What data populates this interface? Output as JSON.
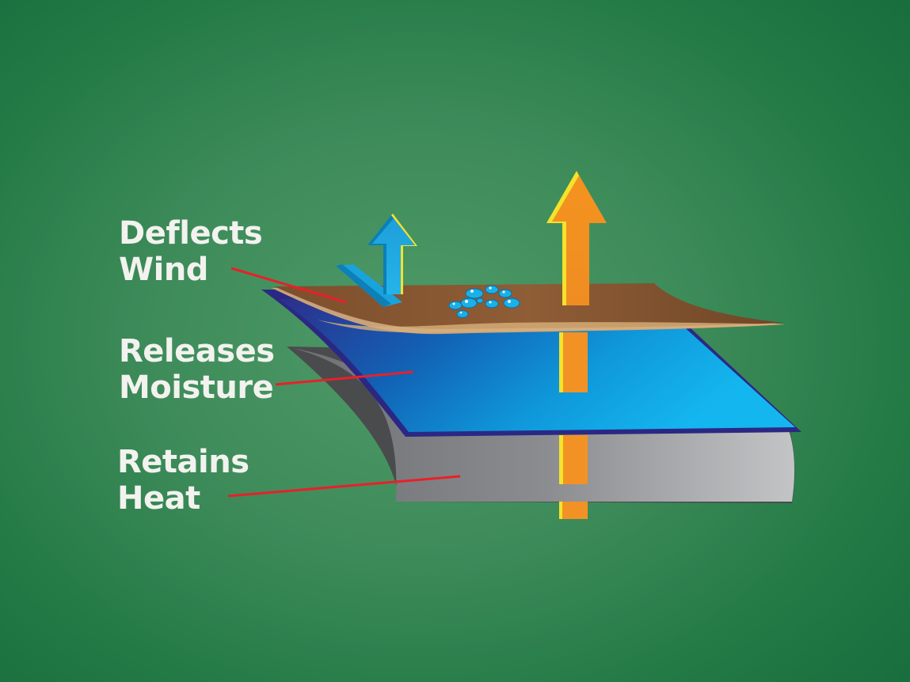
{
  "labels": {
    "wind": {
      "line1": "Deflects",
      "line2": "Wind"
    },
    "moisture": {
      "line1": "Releases",
      "line2": "Moisture"
    },
    "heat": {
      "line1": "Retains",
      "line2": "Heat"
    }
  },
  "colors": {
    "background": "#3f8c5b",
    "outer_layer": "#8a5a35",
    "middle_layer": "#12a0dc",
    "inner_layer": "#9a9b9e",
    "heat_arrow": "#f29225",
    "moisture_arrow": "#1fa2dc",
    "leader_lines": "#e8202a",
    "label_text": "#f2f2ee"
  }
}
